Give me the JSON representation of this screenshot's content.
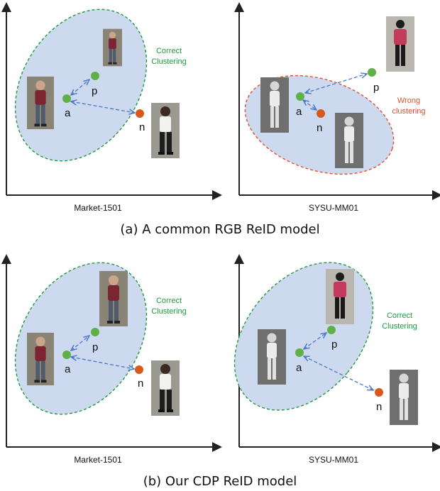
{
  "captions": {
    "top": "(a) A common RGB ReID model",
    "bottom": "(b) Our CDP ReID model"
  },
  "panels": [
    {
      "xlabel": "Market-1501",
      "note_line1": "Correct",
      "note_line2": "Clustering",
      "anchor": "a",
      "positive": "p",
      "negative": "n"
    },
    {
      "xlabel": "SYSU-MM01",
      "note_line1": "Wrong",
      "note_line2": "clustering",
      "anchor": "a",
      "positive": "p",
      "negative": "n"
    },
    {
      "xlabel": "Market-1501",
      "note_line1": "Correct",
      "note_line2": "Clustering",
      "anchor": "a",
      "positive": "p",
      "negative": "n"
    },
    {
      "xlabel": "SYSU-MM01",
      "note_line1": "Correct",
      "note_line2": "Clustering",
      "anchor": "a",
      "positive": "p",
      "negative": "n"
    }
  ],
  "colors": {
    "correct": "#1f9a3e",
    "wrong": "#e0502a",
    "cluster_fill": "#cdd9ee",
    "anchor_positive_dot": "#5fb046",
    "negative_dot": "#d9581e",
    "arrow": "#4a78c8"
  }
}
